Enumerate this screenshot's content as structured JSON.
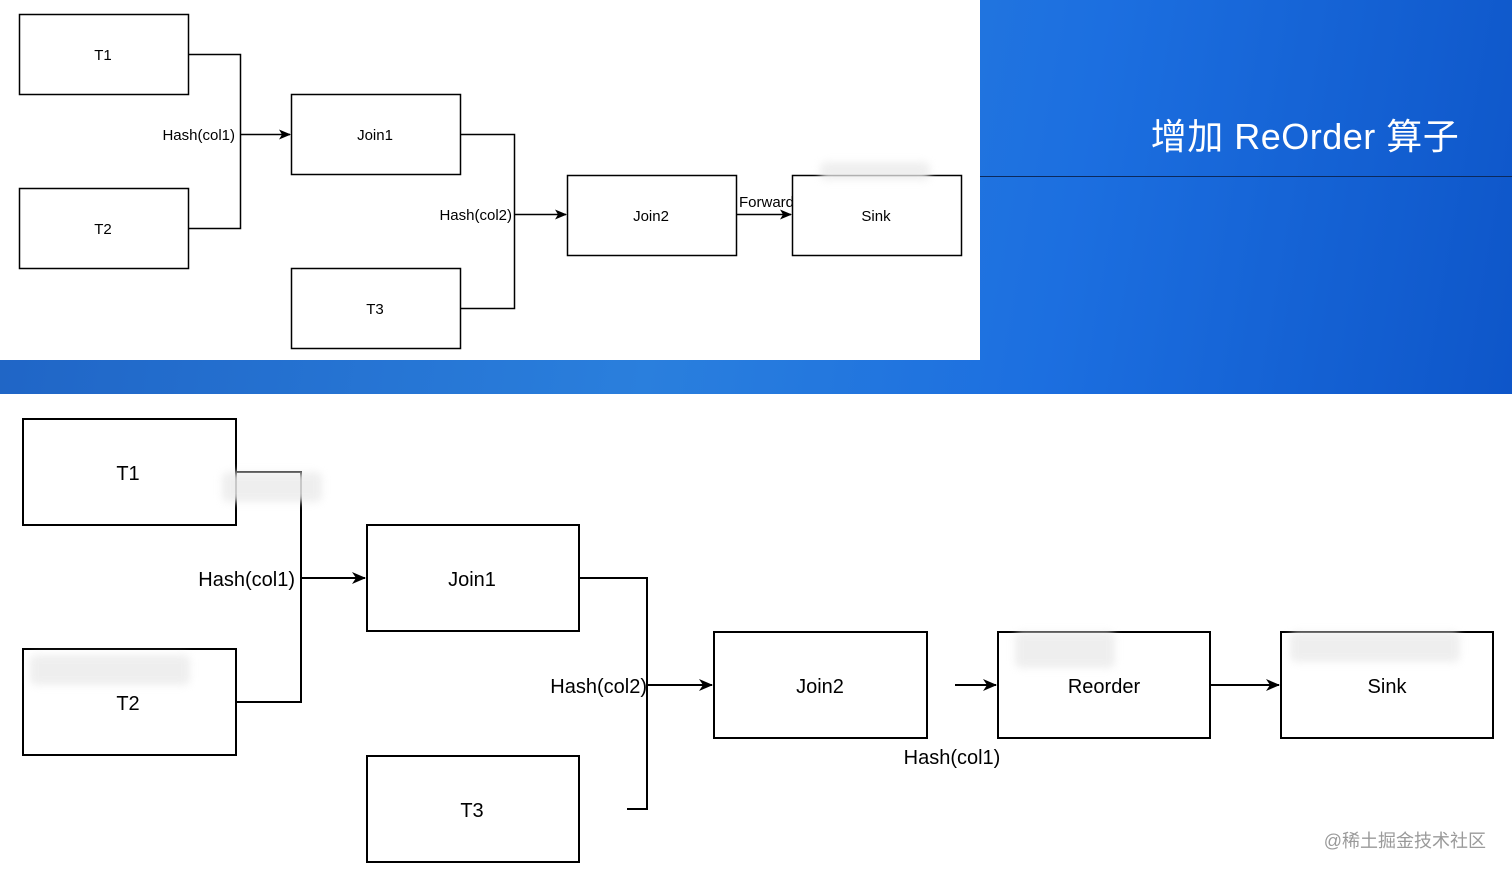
{
  "slide": {
    "title": "增加 ReOrder 算子",
    "watermark": "@稀土掘金技术社区"
  },
  "colors": {
    "banner": "#2a7fdd",
    "box_stroke": "#000000",
    "title_text": "#ffffff"
  },
  "top_diagram": {
    "nodes": {
      "t1": "T1",
      "t2": "T2",
      "t3": "T3",
      "join1": "Join1",
      "join2": "Join2",
      "sink": "Sink"
    },
    "edges": {
      "hash_col1": "Hash(col1)",
      "hash_col2": "Hash(col2)",
      "forward": "Forward"
    }
  },
  "bottom_diagram": {
    "nodes": {
      "t1": "T1",
      "t2": "T2",
      "t3": "T3",
      "join1": "Join1",
      "join2": "Join2",
      "reorder": "Reorder",
      "sink": "Sink"
    },
    "edges": {
      "hash_col1_a": "Hash(col1)",
      "hash_col2": "Hash(col2)",
      "hash_col1_b": "Hash(col1)"
    }
  }
}
